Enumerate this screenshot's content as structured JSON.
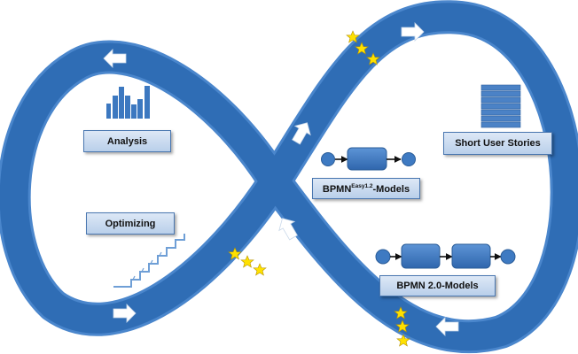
{
  "labels": {
    "analysis": "Analysis",
    "optimizing": "Optimizing",
    "short_user_stories": "Short User Stories",
    "bpmn_easy_prefix": "BPMN",
    "bpmn_easy_super": "Easy1.2",
    "bpmn_easy_suffix": "-Models",
    "bpmn_20": "BPMN 2.0-Models"
  },
  "icons": {
    "analysis": "bar-chart-icon",
    "optimizing": "staircase-icon",
    "stories": "stacked-cards-icon",
    "process_small": "process-flow-icon",
    "process_large": "process-flow-icon",
    "rating": "star-icon",
    "direction": "arrow-icon"
  },
  "colors": {
    "band": "#2f6db5",
    "band_edge": "#4a86cc",
    "box_fill": "#c6d8ee",
    "box_border": "#4a77b0",
    "shape_fill": "#3e7ac2",
    "star": "#ffe100",
    "arrow": "#ffffff"
  }
}
